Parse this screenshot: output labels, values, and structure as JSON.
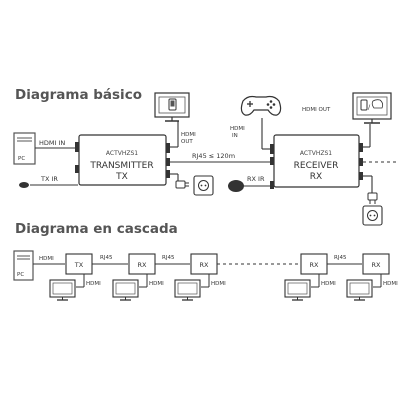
{
  "basic": {
    "title": "Diagrama básico",
    "pc_label": "PC",
    "hdmi_in": "HDMI IN",
    "hdmi_out_tx": [
      "HDMI",
      "OUT"
    ],
    "tx": {
      "model": "ACTVHZS1",
      "name": "TRANSMITTER",
      "short": "TX"
    },
    "rj45_distance": "RJ45 ≤ 120m",
    "tx_ir": "TX IR",
    "rx_ir": "RX IR",
    "hdmi_in_rx": [
      "HDMI",
      "IN"
    ],
    "hdmi_out_rx": "HDMI OUT",
    "rx": {
      "model": "ACTVHZS1",
      "name": "RECEIVER",
      "short": "RX"
    },
    "screen_icon": "/"
  },
  "cascade": {
    "title": "Diagrama en cascada",
    "pc_label": "PC",
    "hdmi": "HDMI",
    "rj45": "RJ45",
    "tx": "TX",
    "rx": "RX"
  }
}
